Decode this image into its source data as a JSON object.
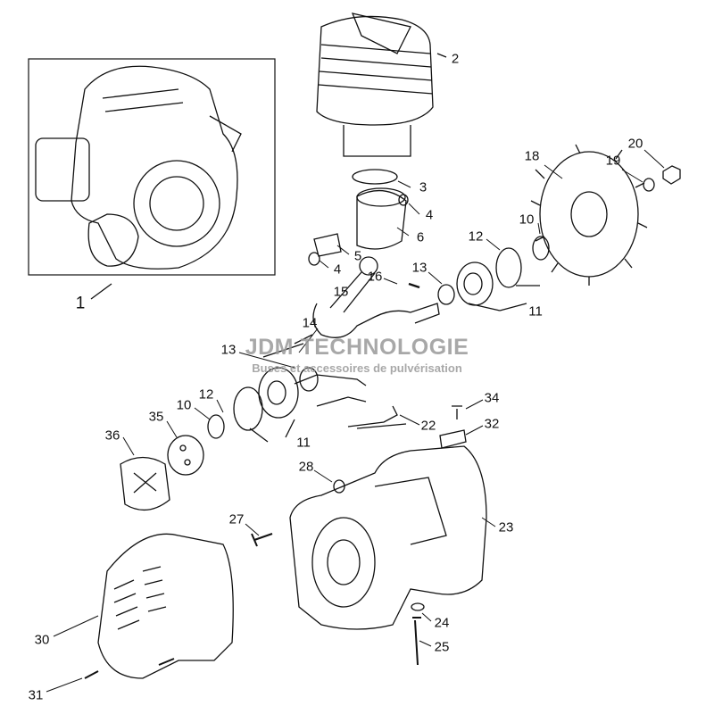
{
  "watermark": {
    "title": "JDM TECHNOLOGIE",
    "subtitle": "Buses et accessoires de pulvérisation"
  },
  "labels": [
    "1",
    "2",
    "3",
    "4",
    "6",
    "5",
    "4",
    "15",
    "16",
    "13",
    "12",
    "10",
    "18",
    "19",
    "20",
    "11",
    "14",
    "13",
    "12",
    "10",
    "35",
    "36",
    "11",
    "22",
    "34",
    "32",
    "28",
    "27",
    "23",
    "30",
    "24",
    "25",
    "31"
  ]
}
